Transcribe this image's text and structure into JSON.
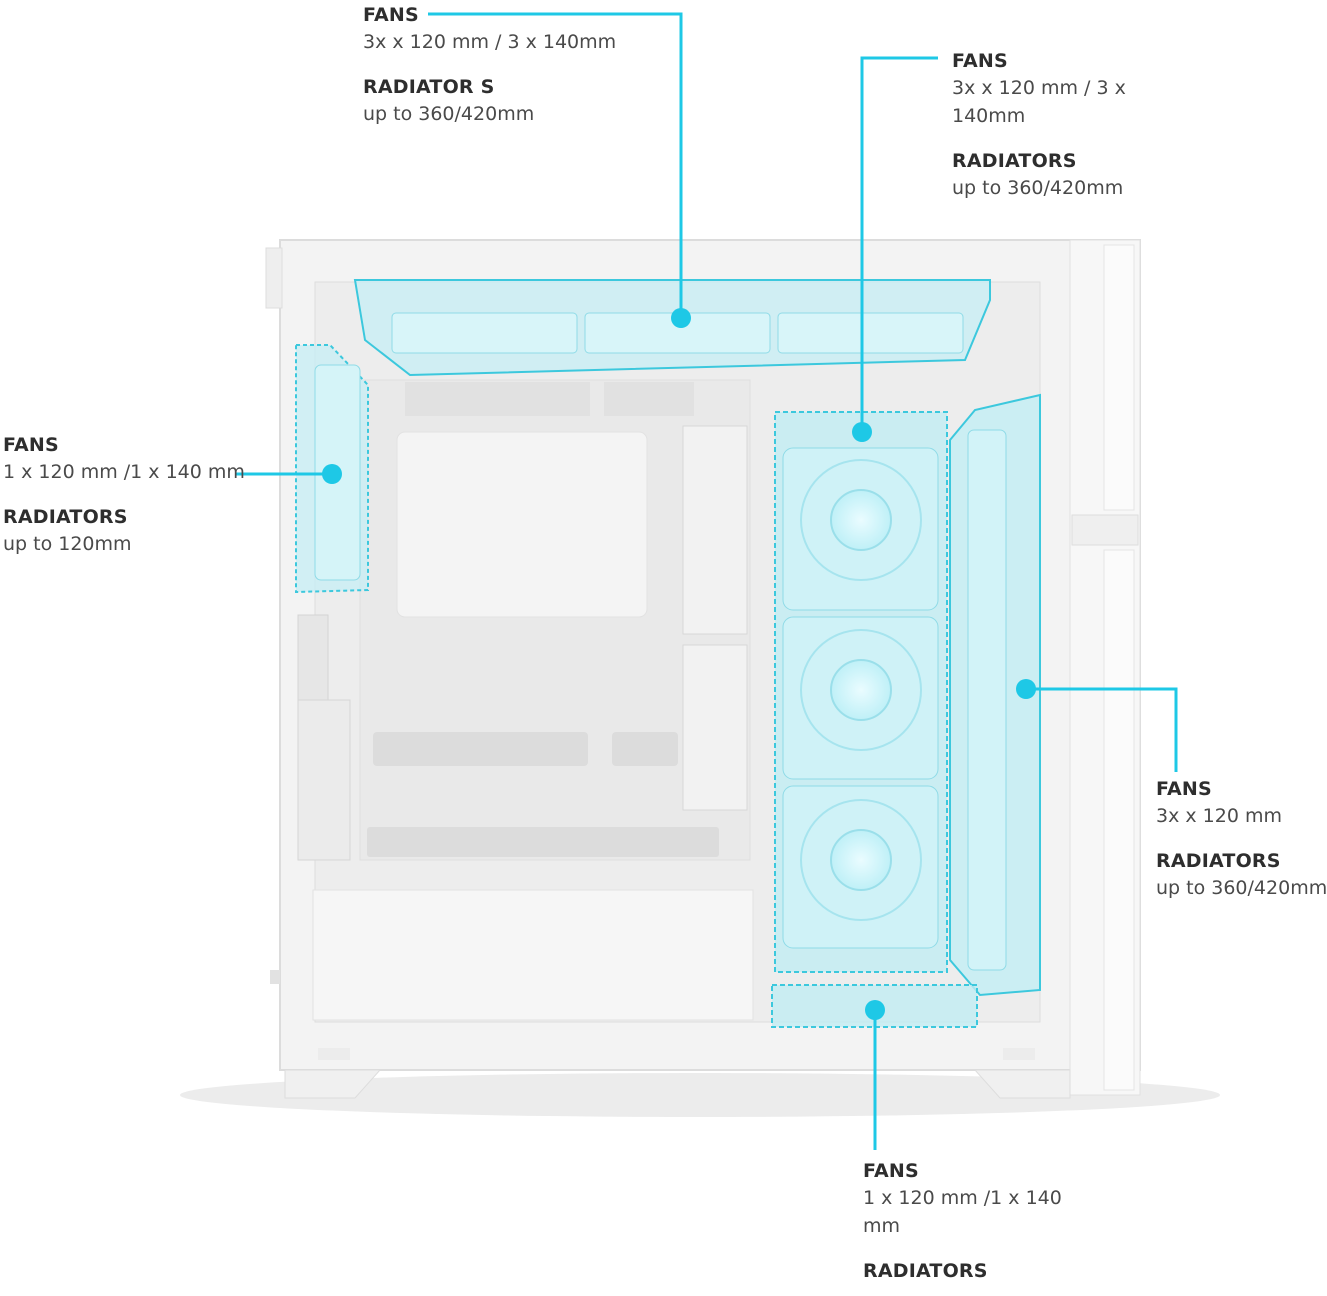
{
  "accent_color": "#1ec8e6",
  "callouts": {
    "top": {
      "fans_heading": "FANS",
      "fans_value": "3x x 120 mm / 3 x 140mm",
      "rad_heading": "RADIATOR S",
      "rad_value": "up to  360/420mm"
    },
    "front_upper": {
      "fans_heading": "FANS",
      "fans_value": "3x x 120 mm / 3 x 140mm",
      "rad_heading": "RADIATORS",
      "rad_value": "up to  360/420mm"
    },
    "rear": {
      "fans_heading": "FANS",
      "fans_value": "1 x 120 mm /1 x 140 mm",
      "rad_heading": "RADIATORS",
      "rad_value": "up to 120mm"
    },
    "side": {
      "fans_heading": "FANS",
      "fans_value": "3x x 120 mm",
      "rad_heading": "RADIATORS",
      "rad_value": "up to  360/420mm"
    },
    "bottom": {
      "fans_heading": "FANS",
      "fans_value": "1 x 120 mm /1 x 140 mm",
      "rad_heading": "RADIATORS",
      "rad_value": ""
    }
  }
}
